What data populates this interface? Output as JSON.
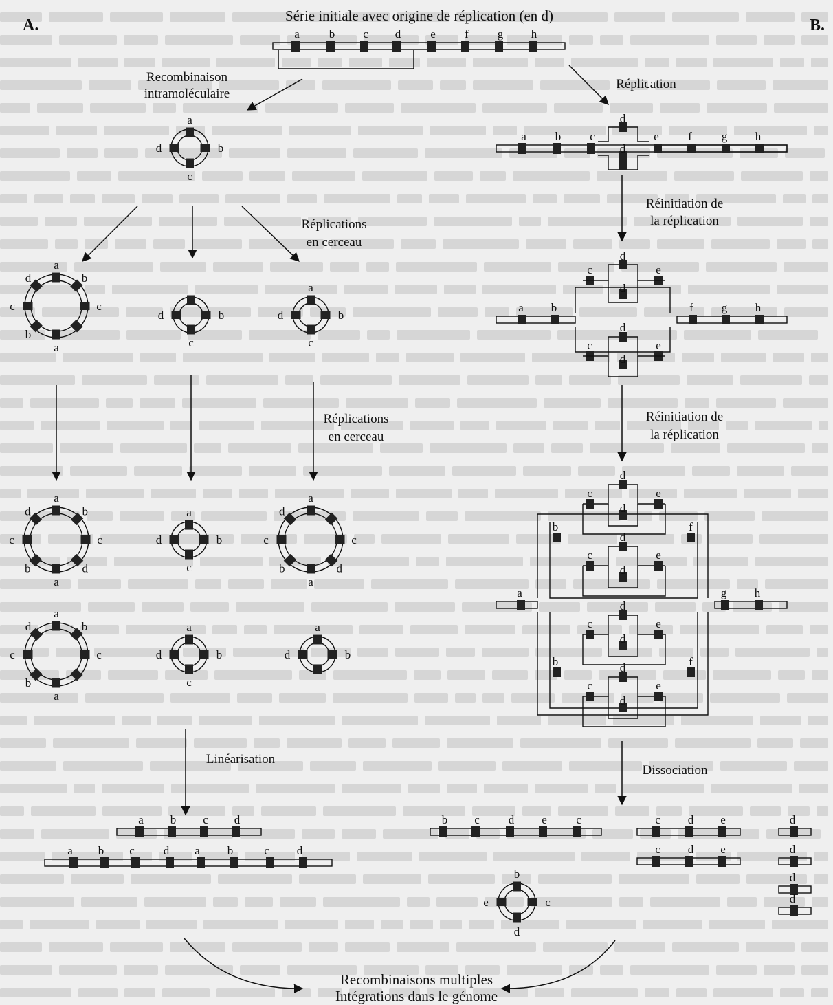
{
  "panels": {
    "a": "A.",
    "b": "B."
  },
  "labels": {
    "initial_series": "Série initiale avec origine de réplication (en d)",
    "recomb_intra_1": "Recombinaison",
    "recomb_intra_2": "intramoléculaire",
    "rolling_1_a": "Réplications",
    "rolling_1_b": "en cerceau",
    "rolling_2_a": "Réplications",
    "rolling_2_b": "en cerceau",
    "linearisation": "Linéarisation",
    "replication": "Réplication",
    "reinit_1_a": "Réinitiation de",
    "reinit_1_b": "la réplication",
    "reinit_2_a": "Réinitiation de",
    "reinit_2_b": "la réplication",
    "dissociation": "Dissociation",
    "final_1": "Recombinaisons multiples",
    "final_2": "Intégrations dans le génome"
  },
  "segments": {
    "initial": [
      "a",
      "b",
      "c",
      "d",
      "e",
      "f",
      "g",
      "h"
    ],
    "rep1_bottom": [
      "a",
      "b",
      "c",
      "d",
      "e",
      "f",
      "g",
      "h"
    ],
    "lin_top": [
      "a",
      "b",
      "c",
      "d"
    ],
    "lin_bottom": [
      "a",
      "b",
      "c",
      "d",
      "a",
      "b",
      "c",
      "d"
    ],
    "diss_1": [
      "b",
      "c",
      "d",
      "e",
      "c"
    ],
    "diss_2a": [
      "c",
      "d",
      "e"
    ],
    "diss_2b": [
      "c",
      "d",
      "e"
    ],
    "diss_3": [
      "d",
      "d",
      "d",
      "d"
    ]
  },
  "colors": {
    "line": "#111111",
    "marker": "#222222",
    "background": "#efefef"
  }
}
